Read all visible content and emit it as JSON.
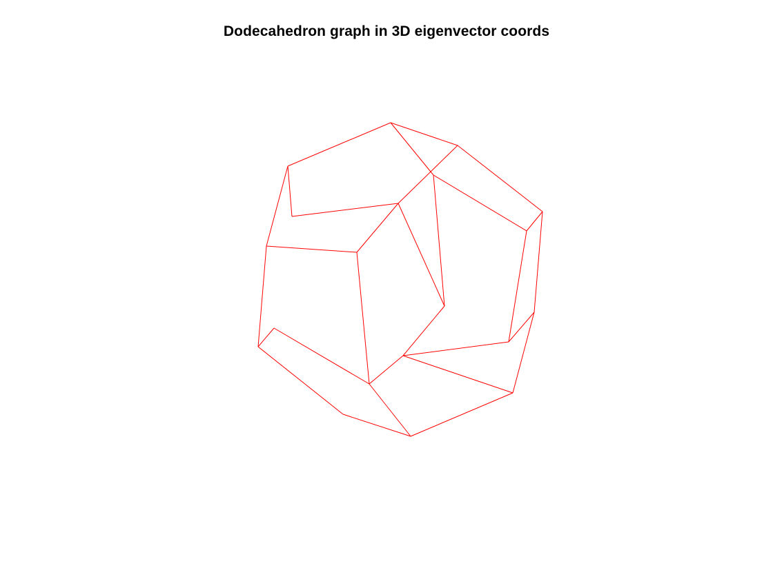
{
  "figure": {
    "title": "Dodecahedron graph in 3D eigenvector coords"
  },
  "graph": {
    "name": "Dodecahedron",
    "vertex_count": 20,
    "edge_count": 30,
    "edge_color": "#ff0000",
    "background_color": "#ffffff"
  }
}
